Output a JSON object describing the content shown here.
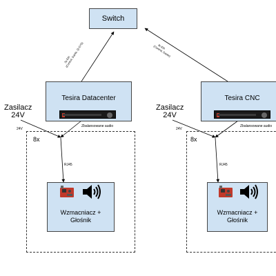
{
  "switch": {
    "label": "Switch"
  },
  "left": {
    "tesira_label": "Tesira Datacenter",
    "psu_label": "Zasilacz\n24V",
    "v_label": "24V",
    "audio_label": "Zbalansowane audio",
    "count_label": "8x",
    "rj45_label": "RJ45",
    "amp_label": "Wzmacniacz +\nGłośnik"
  },
  "right": {
    "tesira_label": "Tesira CNC",
    "psu_label": "Zasilacz\n24V",
    "v_label": "24V",
    "audio_label": "Zbalansowane audio",
    "count_label": "8x",
    "rj45_label": "RJ45",
    "amp_label": "Wzmacniacz +\nGłośnik"
  },
  "links": {
    "left_eth": "3x Eth\n(Control, Dante, Q-SYS)",
    "right_eth": "3x Eth\n(Control, Dante)"
  },
  "colors": {
    "box_fill": "#cfe2f3",
    "line": "#000000"
  },
  "icons": [
    "amplifier-board-icon",
    "speaker-icon",
    "tesira-device-icon"
  ]
}
